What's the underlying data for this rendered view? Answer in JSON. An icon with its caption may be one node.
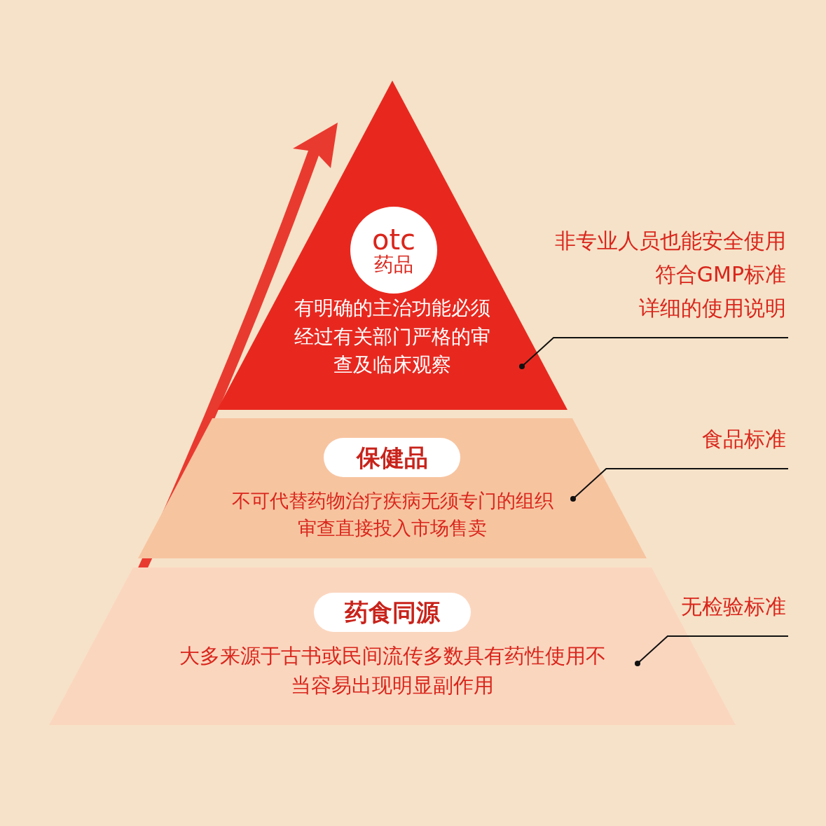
{
  "diagram": {
    "nodes": [
      {
        "text": [
          "有明确的主治功能必须经过有关部门严格的审查及临床观察"
        ]
      },
      {
        "text": [
          "otc",
          "药品"
        ],
        "in": 0
      },
      {
        "text": [
          "不可代替药物治疗疾病无须专门的组织审查直接投入市场售卖"
        ]
      },
      {
        "text": [
          "保健品"
        ],
        "in": 2
      },
      {
        "text": [
          "大多来源于古书或民间流传多数具有药性使用不当容易出现明显副作用"
        ]
      },
      {
        "text": [
          "药食同源"
        ],
        "in": 4
      },
      {
        "text": [
          "非专业人员也能安全使用",
          "符合GMP标准",
          "详细的使用说明"
        ]
      },
      {
        "text": [
          "食品标准"
        ]
      },
      {
        "text": [
          "无检验标准"
        ]
      }
    ],
    "edges": [
      {
        "from": 6,
        "to": 0,
        "arrow": "other"
      },
      {
        "from": 7,
        "to": 2,
        "arrow": "other"
      },
      {
        "from": 8,
        "to": 4,
        "arrow": "other"
      }
    ]
  }
}
